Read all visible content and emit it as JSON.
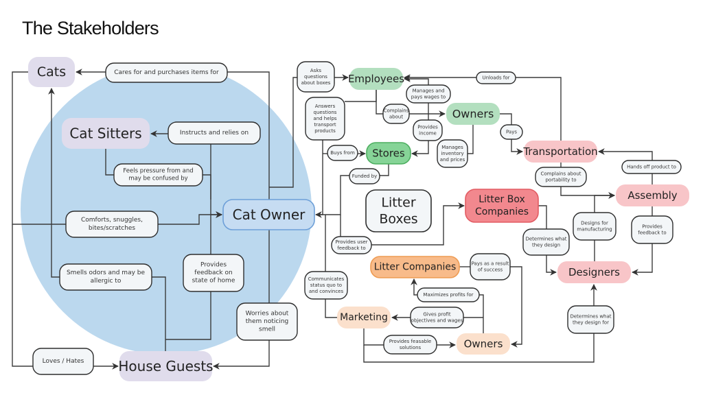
{
  "title": "The Stakeholders",
  "colors": {
    "circle": "#bbd8ee",
    "purple": "#e0dcec",
    "blue_fill": "#c6dcf2",
    "blue_stroke": "#6d9fd8",
    "green": "#b3dfbf",
    "green_strong": "#86d497",
    "green_strong_stroke": "#4cae5f",
    "pink": "#f8c5c8",
    "red": "#f2888e",
    "red_stroke": "#e25b62",
    "orange": "#f8bb8a",
    "orange_stroke": "#ee9b52",
    "peach": "#fbe0cc",
    "neutral": "#f3f6f8"
  },
  "nodes": [
    {
      "id": "cats",
      "label": "Cats",
      "style": "purple"
    },
    {
      "id": "cat-sitters",
      "label": "Cat Sitters",
      "style": "purple"
    },
    {
      "id": "cat-owner",
      "label": "Cat Owner",
      "style": "blue"
    },
    {
      "id": "house-guests",
      "label": "House Guests",
      "style": "purple"
    },
    {
      "id": "employees",
      "label": "Employees",
      "style": "green"
    },
    {
      "id": "owners-store",
      "label": "Owners",
      "style": "green"
    },
    {
      "id": "stores",
      "label": "Stores",
      "style": "green_strong"
    },
    {
      "id": "transportation",
      "label": "Transportation",
      "style": "pink"
    },
    {
      "id": "assembly",
      "label": "Assembly",
      "style": "pink"
    },
    {
      "id": "designers",
      "label": "Designers",
      "style": "pink"
    },
    {
      "id": "litter-boxes",
      "label": "Litter Boxes",
      "style": "neutral"
    },
    {
      "id": "litter-box-companies",
      "label": "Litter Box Companies",
      "style": "red"
    },
    {
      "id": "litter-companies",
      "label": "Litter Companies",
      "style": "orange"
    },
    {
      "id": "marketing",
      "label": "Marketing",
      "style": "peach"
    },
    {
      "id": "owners-litter",
      "label": "Owners",
      "style": "peach"
    }
  ],
  "edge_labels": [
    {
      "id": "cares-for",
      "label": "Cares for and purchases items for"
    },
    {
      "id": "instructs",
      "label": "Instructs and relies on"
    },
    {
      "id": "feels-pressure",
      "label": "Feels pressure from and may be confused by"
    },
    {
      "id": "comforts",
      "label": "Comforts, snuggles, bites/scratches"
    },
    {
      "id": "smells-odors",
      "label": "Smells odors and may be allergic to"
    },
    {
      "id": "provides-feedback-home",
      "label": "Provides feedback on state of home"
    },
    {
      "id": "worries",
      "label": "Worries about them noticing smell"
    },
    {
      "id": "loves-hates",
      "label": "Loves / Hates"
    },
    {
      "id": "asks-questions",
      "label": "Asks questions about boxes"
    },
    {
      "id": "answers-questions",
      "label": "Answers questions and helps transport products"
    },
    {
      "id": "manages-pays",
      "label": "Manages and pays wages to"
    },
    {
      "id": "complains-about",
      "label": "Complains about"
    },
    {
      "id": "provides-income",
      "label": "Provides income"
    },
    {
      "id": "manages-inventory",
      "label": "Manages inventory and prices"
    },
    {
      "id": "unloads-for",
      "label": "Unloads for"
    },
    {
      "id": "pays",
      "label": "Pays"
    },
    {
      "id": "buys-from",
      "label": "Buys from"
    },
    {
      "id": "funded-by",
      "label": "Funded by"
    },
    {
      "id": "hands-off",
      "label": "Hands off product to"
    },
    {
      "id": "complains-portability",
      "label": "Complains about portability to"
    },
    {
      "id": "designs-manufacturing",
      "label": "Designs for manufacturing"
    },
    {
      "id": "provides-feedback-to",
      "label": "Provides feedback to"
    },
    {
      "id": "determines-design",
      "label": "Determines what they design"
    },
    {
      "id": "provides-user-feedback",
      "label": "Provides user feedback to"
    },
    {
      "id": "communicates",
      "label": "Communicates status quo to and convinces"
    },
    {
      "id": "pays-success",
      "label": "Pays as a result of success"
    },
    {
      "id": "maximizes-profits",
      "label": "Maximizes profits for"
    },
    {
      "id": "gives-profit",
      "label": "Gives profit objectives and wages"
    },
    {
      "id": "feasable-solutions",
      "label": "Provides feasable solutions"
    },
    {
      "id": "determines-design-for",
      "label": "Determines what they design for"
    }
  ]
}
